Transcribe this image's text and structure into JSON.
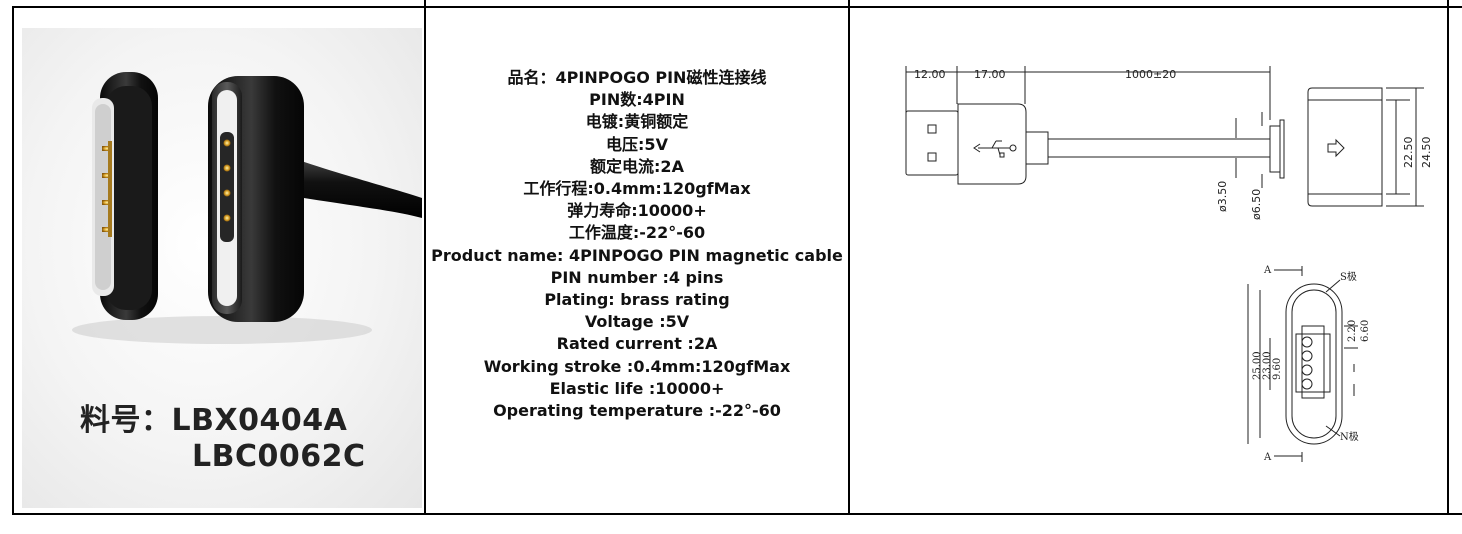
{
  "photo": {
    "part_label_prefix": "料号：",
    "part_numbers": [
      "LBX0404A",
      "LBC0062C"
    ]
  },
  "specs": [
    "品名：4PINPOGO PIN磁性连接线",
    "PIN数:4PIN",
    "电镀:黄铜额定",
    "电压:5V",
    "额定电流:2A",
    "工作行程:0.4mm:120gfMax",
    "弹力寿命:10000+",
    "工作温度:-22°-60",
    "Product name: 4PINPOGO PIN magnetic cable",
    "PIN number :4 pins",
    "Plating: brass rating",
    "Voltage :5V",
    "Rated current :2A",
    "Working stroke :0.4mm:120gfMax",
    "Elastic life :10000+",
    "Operating temperature :-22°-60"
  ],
  "drawing": {
    "cable": {
      "dim_plug": "12.00",
      "dim_body": "17.00",
      "dim_length": "1000±20",
      "dim_wire": "ø3.50",
      "dim_strain": "ø6.50",
      "dim_head_inner": "22.50",
      "dim_head_outer": "24.50"
    },
    "face": {
      "section_top": "A",
      "section_bottom": "A",
      "pole_s": "S极",
      "pole_n": "N极",
      "dim_a": "2.20",
      "dim_b": "6.60",
      "dim_h_outer": "25.00",
      "dim_h_inner": "23.00",
      "dim_pins": "9.60"
    }
  }
}
